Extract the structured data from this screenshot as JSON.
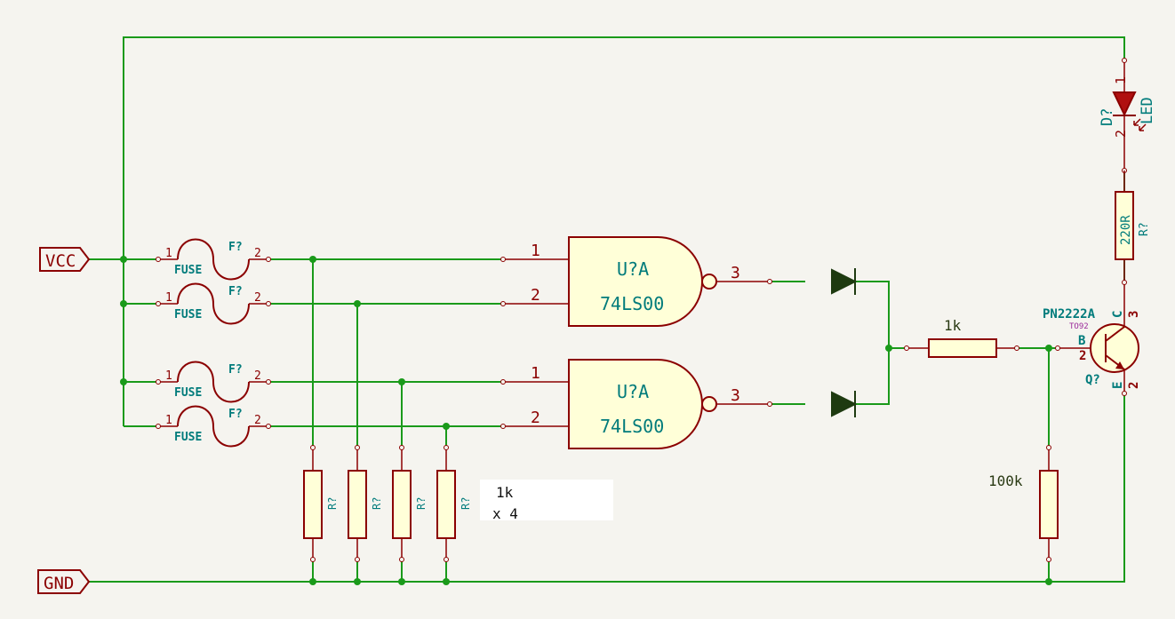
{
  "ports": {
    "vcc": "VCC",
    "gnd": "GND"
  },
  "fuses": [
    {
      "ref": "F?",
      "value": "FUSE",
      "pin1": "1",
      "pin2": "2"
    },
    {
      "ref": "F?",
      "value": "FUSE",
      "pin1": "1",
      "pin2": "2"
    },
    {
      "ref": "F?",
      "value": "FUSE",
      "pin1": "1",
      "pin2": "2"
    },
    {
      "ref": "F?",
      "value": "FUSE",
      "pin1": "1",
      "pin2": "2"
    }
  ],
  "gates": [
    {
      "ref": "U?A",
      "value": "74LS00",
      "in1": "1",
      "in2": "2",
      "out": "3"
    },
    {
      "ref": "U?A",
      "value": "74LS00",
      "in1": "1",
      "in2": "2",
      "out": "3"
    }
  ],
  "pulldowns": [
    {
      "ref": "R?"
    },
    {
      "ref": "R?"
    },
    {
      "ref": "R?"
    },
    {
      "ref": "R?"
    }
  ],
  "pulldown_note": {
    "value": "1k",
    "count": "x 4"
  },
  "base_resistor": {
    "value": "1k"
  },
  "base_pulldown": {
    "value": "100k"
  },
  "led": {
    "ref": "D?",
    "value": "LED",
    "pin1": "1",
    "pin2": "2"
  },
  "led_resistor": {
    "ref": "R?",
    "value": "220R"
  },
  "transistor": {
    "value": "PN2222A",
    "package": "TO92",
    "ref": "Q?",
    "b": "B",
    "c": "C",
    "e": "E",
    "pin_b": "2",
    "pin_c": "3",
    "pin_e": "2"
  },
  "colors": {
    "wire": "#1a9a1a",
    "component": "#8b0000",
    "field": "#007b7b",
    "body_fill": "#ffffd8",
    "background": "#f5f4ef"
  }
}
